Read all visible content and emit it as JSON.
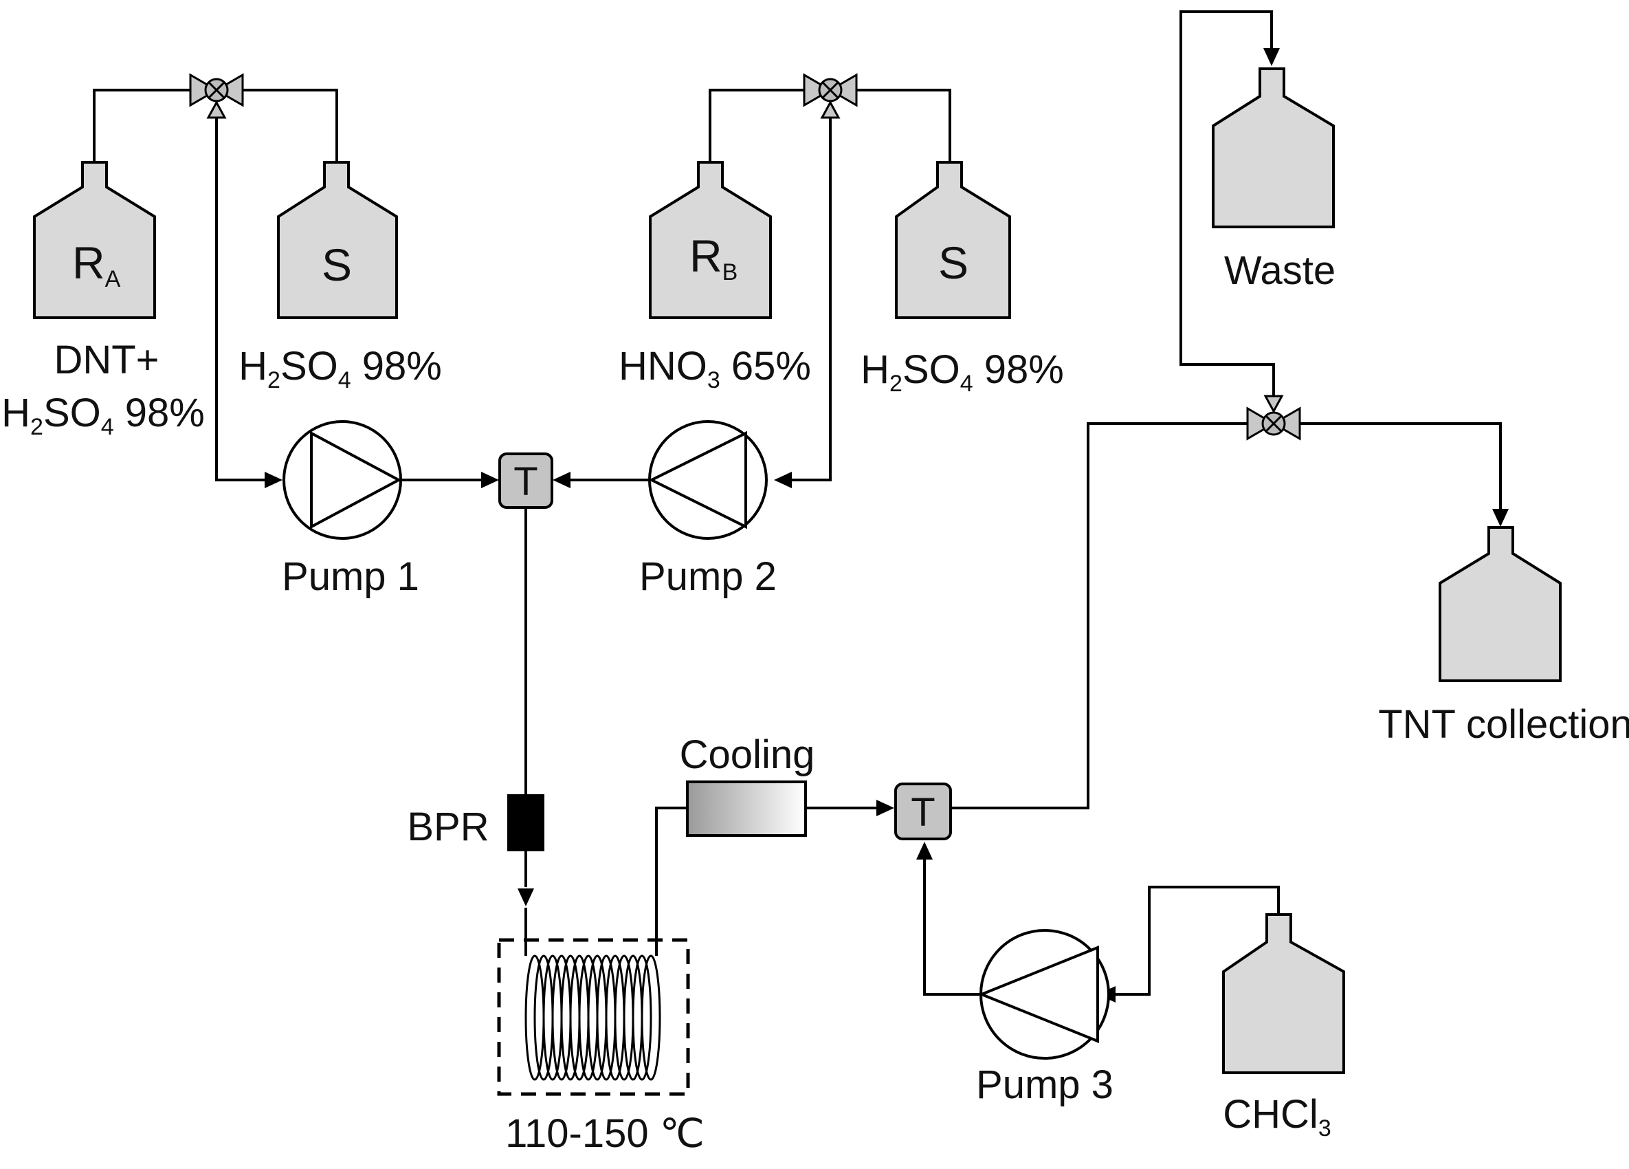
{
  "bottles": {
    "ra_letter": "R",
    "ra_sub": "A",
    "s1_letter": "S",
    "rb_letter": "R",
    "rb_sub": "B",
    "s2_letter": "S"
  },
  "labels": {
    "dnt_line1": "DNT+",
    "ra_line2": {
      "a": "H",
      "s1": "2",
      "b": "SO",
      "s2": "4",
      "c": " 98%"
    },
    "s1": {
      "a": "H",
      "s1": "2",
      "b": "SO",
      "s2": "4",
      "c": " 98%"
    },
    "rb": {
      "a": "HNO",
      "s1": "3",
      "b": " 65%"
    },
    "s2": {
      "a": "H",
      "s1": "2",
      "b": "SO",
      "s2": "4",
      "c": " 98%"
    },
    "waste": "Waste",
    "tnt": "TNT collection",
    "chcl3": {
      "a": "CHCl",
      "s1": "3"
    },
    "pump1": "Pump 1",
    "pump2": "Pump 2",
    "pump3": "Pump 3",
    "bpr": "BPR",
    "cooling": "Cooling",
    "temperature": "110-150 ℃",
    "tee": "T"
  }
}
